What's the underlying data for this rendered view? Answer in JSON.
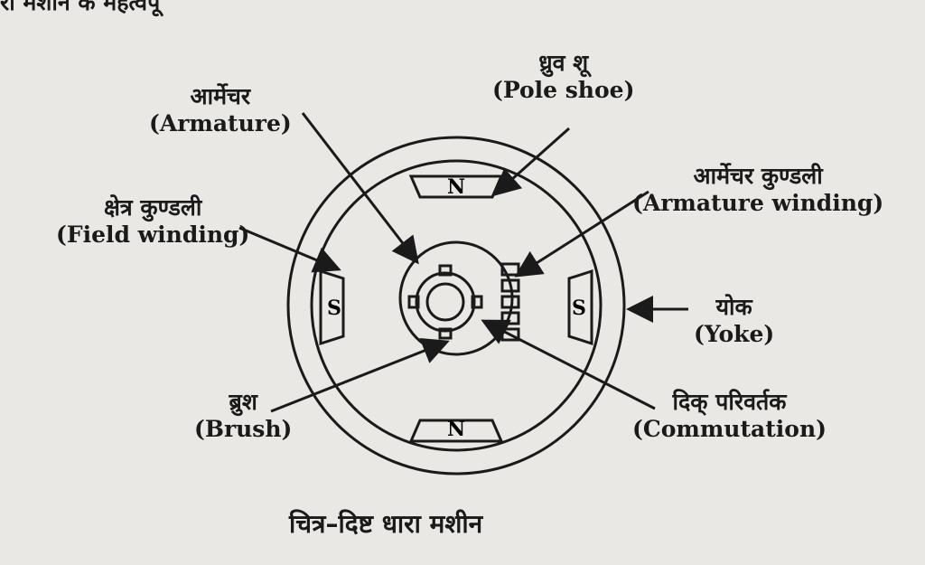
{
  "top_text": "रा मशीन के महत्वपू",
  "labels": {
    "pole_shoe": {
      "hi": "ध्रुव शू",
      "en": "(Pole shoe)"
    },
    "armature": {
      "hi": "आर्मेचर",
      "en": "(Armature)"
    },
    "armature_winding": {
      "hi": "आर्मेचर कुण्डली",
      "en": "(Armature winding)"
    },
    "field_winding": {
      "hi": "क्षेत्र कुण्डली",
      "en": "(Field winding)"
    },
    "yoke": {
      "hi": "योक",
      "en": "(Yoke)"
    },
    "brush": {
      "hi": "ब्रुश",
      "en": "(Brush)"
    },
    "commutator": {
      "hi": "दिक् परिवर्तक",
      "en": "(Commutation)"
    }
  },
  "poles": {
    "top": "N",
    "bottom": "N",
    "left": "S",
    "right": "S"
  },
  "caption": "चित्र–दिष्ट धारा मशीन"
}
